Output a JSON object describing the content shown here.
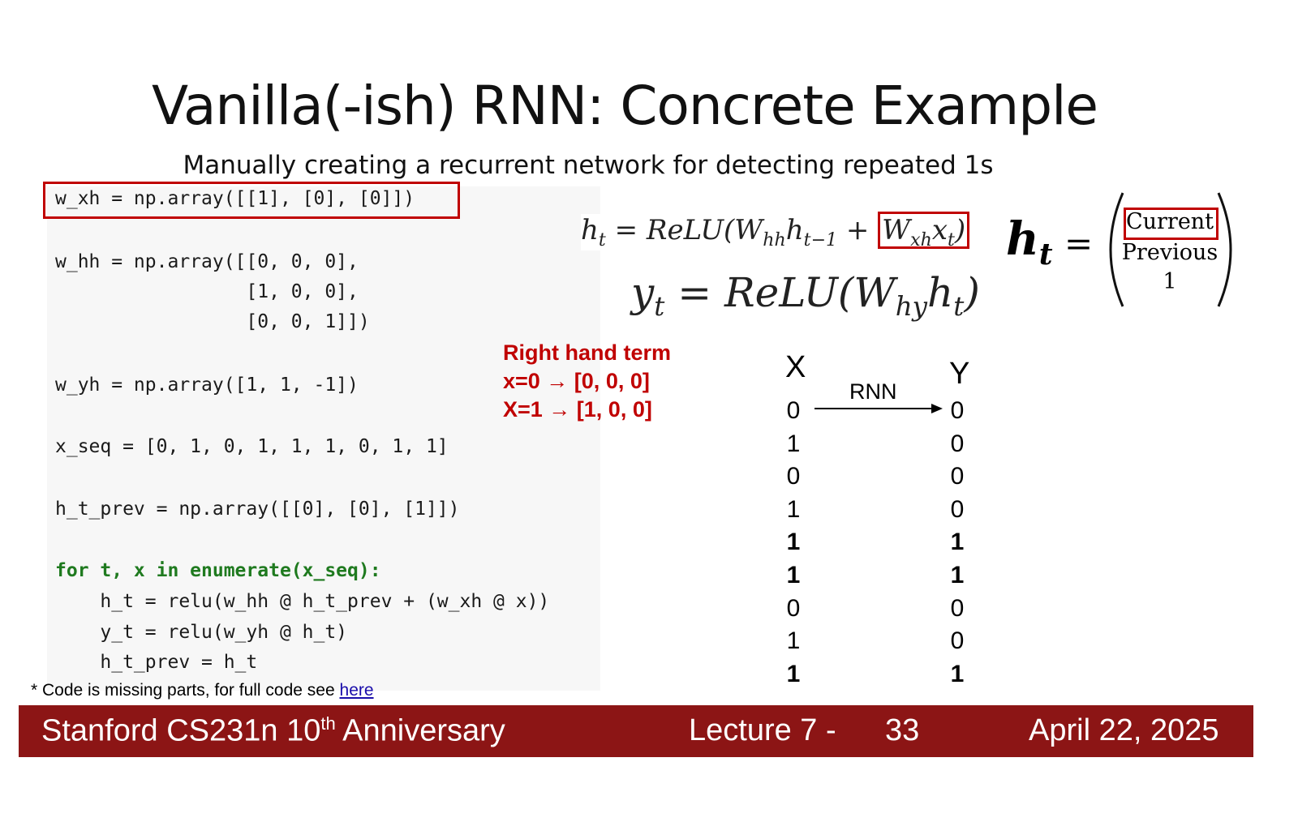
{
  "slide": {
    "title": "Vanilla(-ish) RNN: Concrete Example",
    "subtitle": "Manually creating a recurrent network for detecting repeated 1s"
  },
  "code": {
    "w_xh": "w_xh = np.array([[1], [0], [0]])",
    "w_hh_1": "w_hh = np.array([[0, 0, 0],",
    "w_hh_2": "                 [1, 0, 0],",
    "w_hh_3": "                 [0, 0, 1]])",
    "w_yh": "w_yh = np.array([1, 1, -1])",
    "x_seq": "x_seq = [0, 1, 0, 1, 1, 1, 0, 1, 1]",
    "h_t_prev": "h_t_prev = np.array([[0], [0], [1]])",
    "for_line": "for t, x in enumerate(x_seq):",
    "body_1": "    h_t = relu(w_hh @ h_t_prev + (w_xh @ x))",
    "body_2": "    y_t = relu(w_yh @ h_t)",
    "body_3": "    h_t_prev = h_t"
  },
  "footnote": {
    "text": "* Code is missing parts, for full code see ",
    "link": "here"
  },
  "equations": {
    "h_lhs": "h",
    "h_sub": "t",
    "h_eq": " = ReLU(W",
    "h_sub_hh": "hh",
    "h_mid": "h",
    "h_sub_tm1": "t−1",
    "h_plus": " + ",
    "h_wx": "W",
    "h_sub_xh": "xh",
    "h_x": "x",
    "h_sub_t2": "t",
    "h_close": ")",
    "y_lhs": "y",
    "y_sub": "t",
    "y_eq": " = ReLU(W",
    "y_sub_hy": "hy",
    "y_h": "h",
    "y_sub_t": "t",
    "y_close": ")"
  },
  "hidden_vector": {
    "lhs": "h",
    "lhs_sub": "t",
    "eq": "=",
    "items": [
      "Current",
      "Previous",
      "1"
    ]
  },
  "right_hand_term": {
    "title": "Right hand term",
    "line1": "x=0 → [0, 0, 0]",
    "line2": "X=1 → [1, 0, 0]"
  },
  "io_table": {
    "x_header": "X",
    "y_header": "Y",
    "arrow_label": "RNN",
    "x": [
      "0",
      "1",
      "0",
      "1",
      "1",
      "1",
      "0",
      "1",
      "1"
    ],
    "y": [
      "0",
      "0",
      "0",
      "0",
      "1",
      "1",
      "0",
      "0",
      "1"
    ],
    "bold_rows": [
      4,
      5,
      8
    ]
  },
  "footer": {
    "course": "Stanford CS231n 10",
    "course_sup": "th",
    "course_rest": " Anniversary",
    "lecture": "Lecture 7 -",
    "page": "33",
    "date": "April 22, 2025"
  },
  "colors": {
    "footer_bg": "#8c1515",
    "highlight": "#c00000"
  }
}
